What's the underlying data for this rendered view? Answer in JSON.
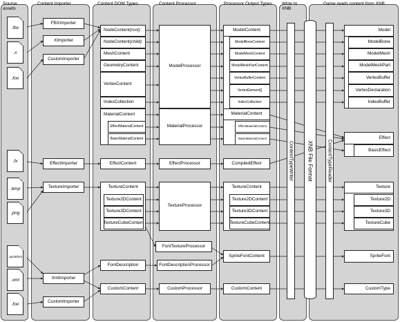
{
  "columns": {
    "source": "Source assets",
    "importer": "Content Importer",
    "dom": "Content DOM Types",
    "processor": "Content Processor",
    "output": "Processor Output Types",
    "write": "Write to XNB",
    "game": "Game reads content from XNB"
  },
  "files": {
    "fbx": ".fbx",
    "x": ".x",
    "foo1": ".foo",
    "fx": ".fx",
    "bmp": ".bmp",
    "png": ".png",
    "spritefont": ".spritefont",
    "xml": ".xml",
    "foo2": ".foo"
  },
  "importers": {
    "fbx": "FBXImporter",
    "x": "XImporter",
    "custom1": "CustomImporter",
    "effect": "EffectImporter",
    "texture": "TextureImporter",
    "xml": "XmlImporter",
    "custom2": "CustomImporter"
  },
  "dom": {
    "nodecontent_root": "NodeContent (root)",
    "nodecontent_child": "NodeContent (child)",
    "meshcontent": "MeshContent",
    "geometrycontent": "GeometryContent",
    "vertexcontent": "VertexContent",
    "indexcollection": "IndexCollection",
    "materialcontent": "MaterialContent",
    "effectmaterialcontent": "EffectMaterialContent",
    "basicmaterialcontent": "BasicMaterialContent",
    "effectcontent": "EffectContent",
    "texturecontent": "TextureContent",
    "texture2dcontent": "Texture2DContent",
    "texture3dcontent": "Texture3DContent",
    "texturecubecontent": "TextureCubeContent",
    "fontdescription": "FontDescription",
    "customcontent": "CustomContent"
  },
  "processors": {
    "model": "ModelProcessor",
    "material": "MaterialProcessor",
    "effect": "EffectProcessor",
    "texture": "TextureProcessor",
    "fonttexture": "FontTextureProcessor",
    "fontdescription": "FontDescriptionProcessor",
    "custom": "CustomProcessor"
  },
  "outputs": {
    "modelcontent": "ModelContent",
    "modelbonecontent": "ModelBoneContent",
    "modelmeshcontent": "ModelMeshContent",
    "modelmeshpartcontent": "ModelMeshPartContent",
    "vertexbuffercontent": "VertexBufferContent",
    "vertexelement": "VertexElement[]",
    "indexcollection": "IndexCollection",
    "materialcontent": "MaterialContent",
    "effectmaterialcontent": "EffectMaterialContent",
    "basicmaterialcontent": "BasicMaterialContent",
    "compiledeffect": "CompiledEffect",
    "texturecontent": "TextureContent",
    "texture2dcontent": "Texture2DContent",
    "texture3dcontent": "Texture3DContent",
    "texturecubecontent": "TextureCubeContent",
    "spritefontcontent": "SpriteFontContent",
    "customcontent": "CustomContent"
  },
  "pillars": {
    "writer": "ContentTypeWriter",
    "xnb": "XNB File Format",
    "reader": "ContentTypeReader"
  },
  "game": {
    "model": "Model",
    "modelbone": "ModelBone",
    "modelmesh": "ModelMesh",
    "modelmeshpart": "ModelMeshPart",
    "vertexbuffer": "VertexBuffer",
    "vertexdeclaration": "VertexDeclaration",
    "indexbuffer": "IndexBuffer",
    "effect": "Effect",
    "basiceffect": "BasicEffect",
    "texture": "Texture",
    "texture2d": "Texture2D",
    "texture3d": "Texture3D",
    "texturecube": "TextureCube",
    "spritefont": "SpriteFont",
    "customtype": "CustomType"
  }
}
